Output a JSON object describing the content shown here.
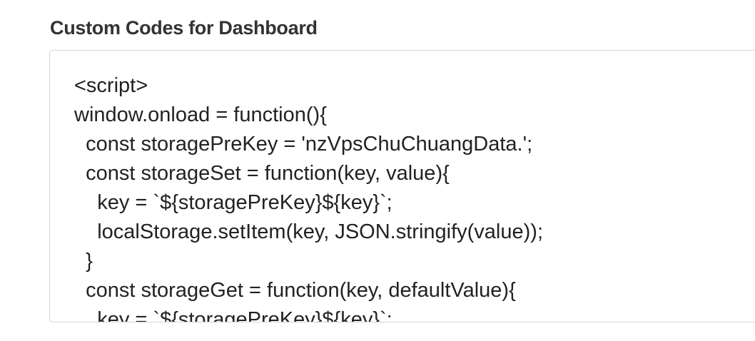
{
  "field": {
    "label": "Custom Codes for Dashboard",
    "code_lines": [
      "<script>",
      "window.onload = function(){",
      "  const storagePreKey = 'nzVpsChuChuangData.';",
      "  const storageSet = function(key, value){",
      "    key = `${storagePreKey}${key}`;",
      "    localStorage.setItem(key, JSON.stringify(value));",
      "  }",
      "  const storageGet = function(key, defaultValue){",
      "    key = `${storagePreKey}${key}`;"
    ]
  }
}
